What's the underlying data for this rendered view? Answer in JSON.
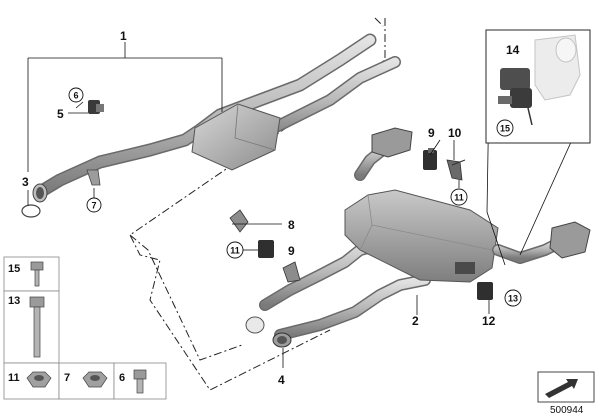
{
  "callouts": {
    "c1": "1",
    "c2": "2",
    "c3": "3",
    "c4": "4",
    "c5": "5",
    "c6": "6",
    "c7": "7",
    "c8": "8",
    "c9a": "9",
    "c9b": "9",
    "c10": "10",
    "c11a": "11",
    "c11b": "11",
    "c12": "12",
    "c13": "13",
    "c14": "14",
    "c15": "15"
  },
  "legend": {
    "p15": "15",
    "p13": "13",
    "p11": "11",
    "p7": "7",
    "p6": "6"
  },
  "reference_number": "500944",
  "colors": {
    "line": "#1a1a1a",
    "part_dark": "#6f6f6f",
    "part_mid": "#a3a3a3",
    "part_light": "#d6d6d6",
    "inset_frame": "#2a2a2a"
  },
  "icons": [
    "bolt-icon",
    "nut-icon",
    "hex-bolt-icon",
    "arrow-icon",
    "actuator-icon",
    "muffler-icon"
  ]
}
